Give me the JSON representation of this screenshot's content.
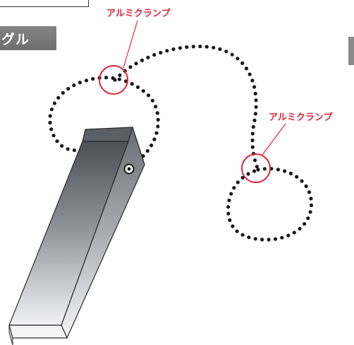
{
  "header": {
    "title_fragment": "グル"
  },
  "callouts": [
    {
      "label": "アルミクランプ"
    },
    {
      "label": "アルミクランプ"
    }
  ],
  "colors": {
    "callout": "#e2243a",
    "dots": "#1a1a1a",
    "tab": "#7a7a7a",
    "arm_dark": "#4d4f57",
    "arm_light": "#eeeef0"
  }
}
